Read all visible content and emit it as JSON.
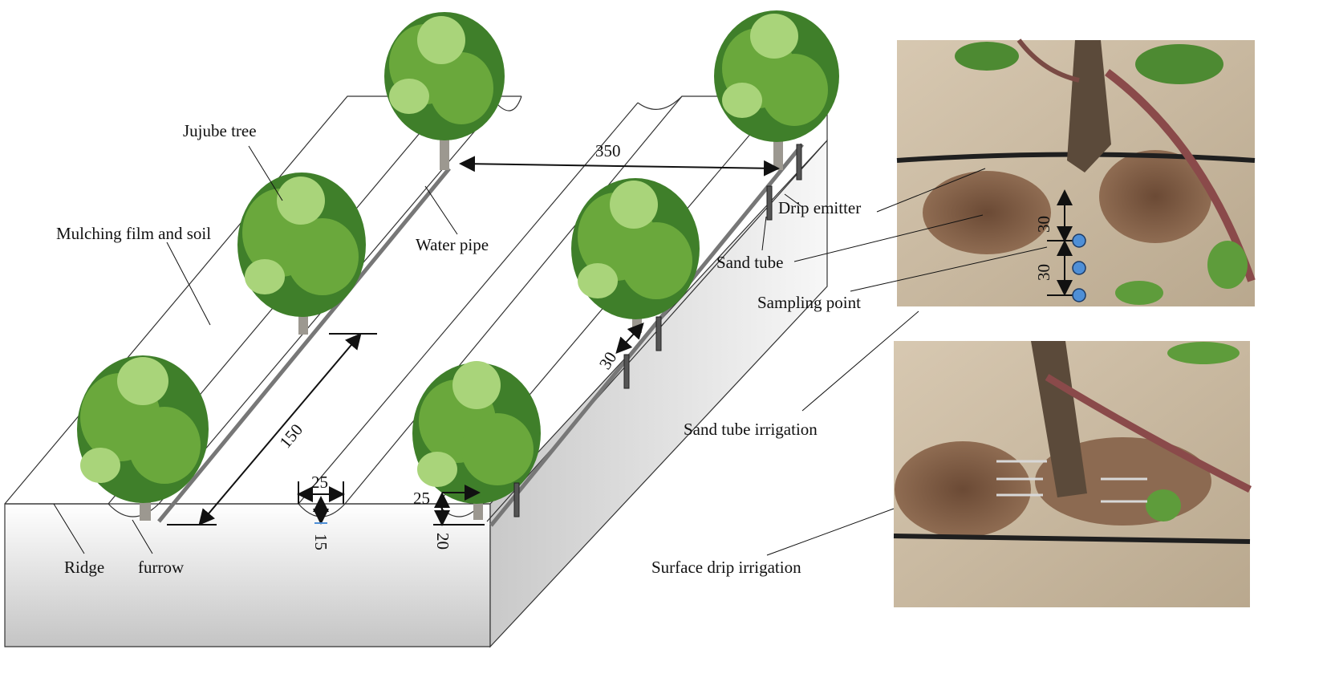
{
  "labels": {
    "jujube_tree": "Jujube tree",
    "mulching_film_and_soil": "Mulching film and soil",
    "water_pipe": "Water pipe",
    "drip_emitter": "Drip emitter",
    "sand_tube": "Sand tube",
    "sampling_point": "Sampling point",
    "sand_tube_irrigation": "Sand tube irrigation",
    "surface_drip_irrigation": "Surface drip irrigation",
    "ridge": "Ridge",
    "furrow": "furrow"
  },
  "dimensions": {
    "row_spacing": "350",
    "plant_spacing": "150",
    "furrow_width": "25",
    "furrow_depth": "15",
    "pipe_offset": "25",
    "pipe_depth": "20",
    "tube_distance": "30",
    "photo_spacing_upper": "30",
    "photo_spacing_lower": "30"
  },
  "colors": {
    "foliage_dark": "#3f7f2a",
    "foliage_mid": "#6aa83c",
    "foliage_light": "#a9d47a",
    "soil_photo": "#c9b9a0",
    "wet_soil": "#7a5a42",
    "sampling_dot": "#4f8fd6"
  }
}
